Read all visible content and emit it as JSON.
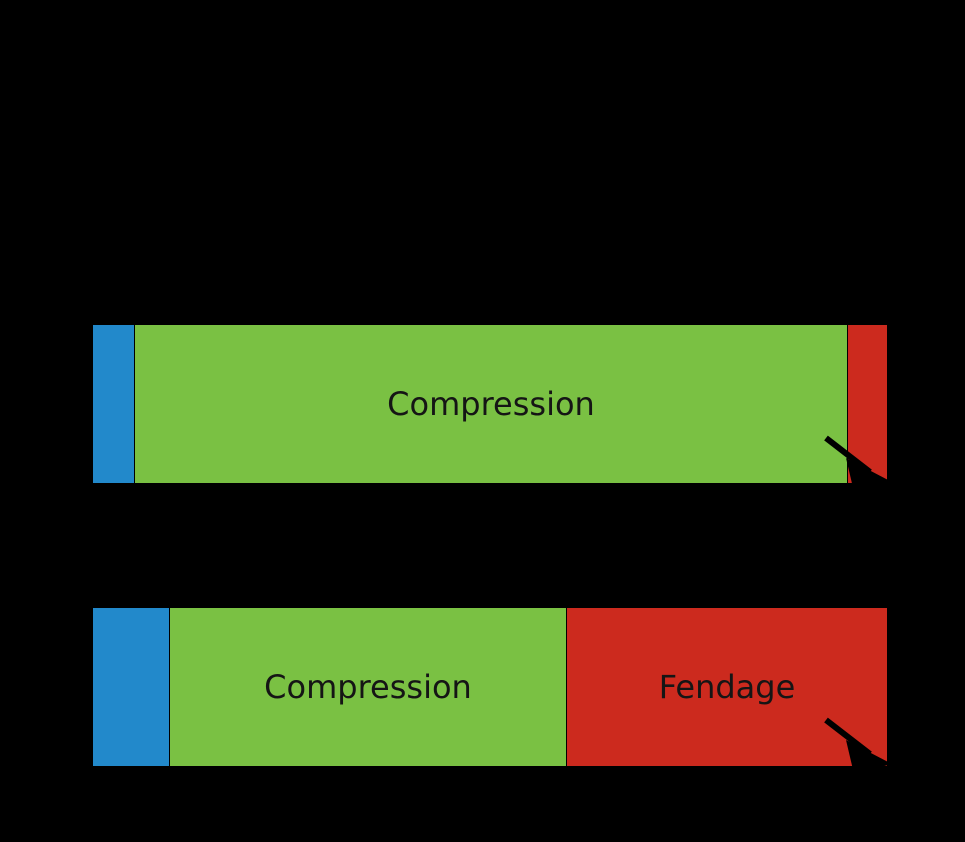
{
  "diagram": {
    "background": "#000000",
    "colors": {
      "blue_zone": "#2289cb",
      "green_zone": "#7ac143",
      "red_zone": "#cc2a1e",
      "label_text": "#151515",
      "arrow": "#000000"
    },
    "bars": [
      {
        "name": "top-bar",
        "segments": [
          {
            "zone": "blue-zone",
            "label": ""
          },
          {
            "zone": "compression-zone",
            "label": "Compression"
          },
          {
            "zone": "fendage-zone",
            "label": ""
          }
        ]
      },
      {
        "name": "bottom-bar",
        "segments": [
          {
            "zone": "blue-zone",
            "label": ""
          },
          {
            "zone": "compression-zone",
            "label": "Compression"
          },
          {
            "zone": "fendage-zone",
            "label": "Fendage"
          }
        ]
      }
    ],
    "icons": [
      {
        "name": "force-arrow-icon",
        "meaning": "diagonal force arrow exiting bar at lower right"
      },
      {
        "name": "force-arrow-icon",
        "meaning": "diagonal force arrow exiting bar at lower right"
      }
    ]
  }
}
